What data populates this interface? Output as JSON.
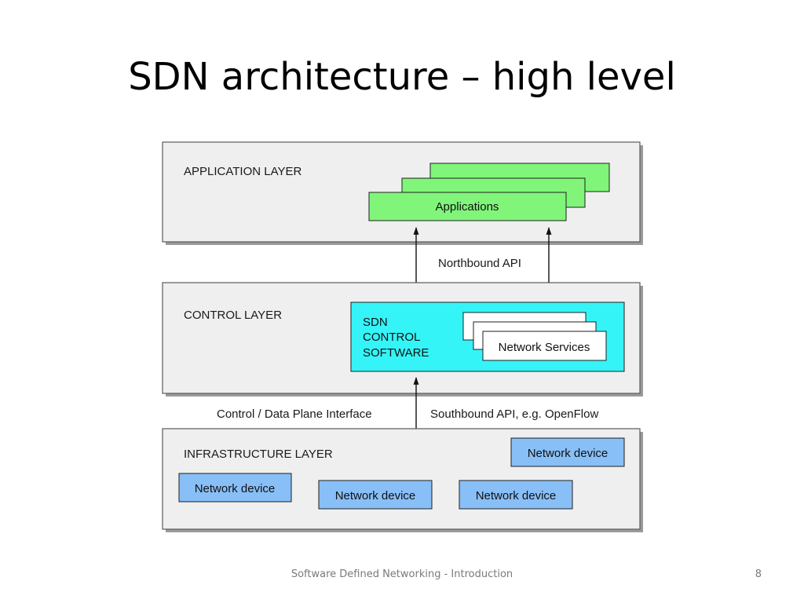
{
  "slide": {
    "title": "SDN architecture – high level",
    "footer": "Software Defined Networking - Introduction",
    "page_number": "8"
  },
  "diagram": {
    "application_layer": {
      "label": "APPLICATION LAYER",
      "applications_label": "Applications"
    },
    "control_layer": {
      "label": "CONTROL LAYER",
      "sdn_control_lines": [
        "SDN",
        "CONTROL",
        "SOFTWARE"
      ],
      "network_services_label": "Network Services"
    },
    "infrastructure_layer": {
      "label": "INFRASTRUCTURE LAYER",
      "devices": [
        "Network device",
        "Network device",
        "Network device",
        "Network device"
      ]
    },
    "northbound_api_label": "Northbound API",
    "control_data_plane_label": "Control / Data Plane Interface",
    "southbound_api_label": "Southbound API, e.g. OpenFlow"
  },
  "colors": {
    "layer_fill": "#efefef",
    "applications": "#80f57a",
    "sdn_control": "#35f4f7",
    "network_services": "#ffffff",
    "network_device": "#88bff7"
  }
}
